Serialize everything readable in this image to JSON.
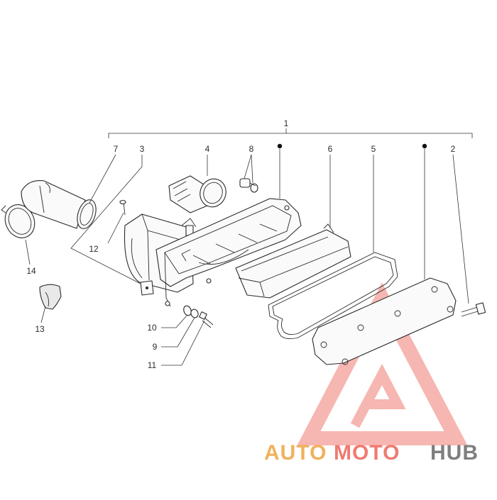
{
  "diagram": {
    "callouts": {
      "c1": "1",
      "c2": "2",
      "c3": "3",
      "c4": "4",
      "c5": "5",
      "c6": "6",
      "c7": "7",
      "c8": "8",
      "c9": "9",
      "c10": "10",
      "c11": "11",
      "c12": "12",
      "c13": "13",
      "c14": "14"
    }
  },
  "watermark": {
    "part1": "AUTO",
    "part2": "MOTO",
    "part3": "HUB",
    "colors": {
      "auto": "#f0b15a",
      "moto": "#ef7b72",
      "hub": "#7f7f7f"
    }
  }
}
